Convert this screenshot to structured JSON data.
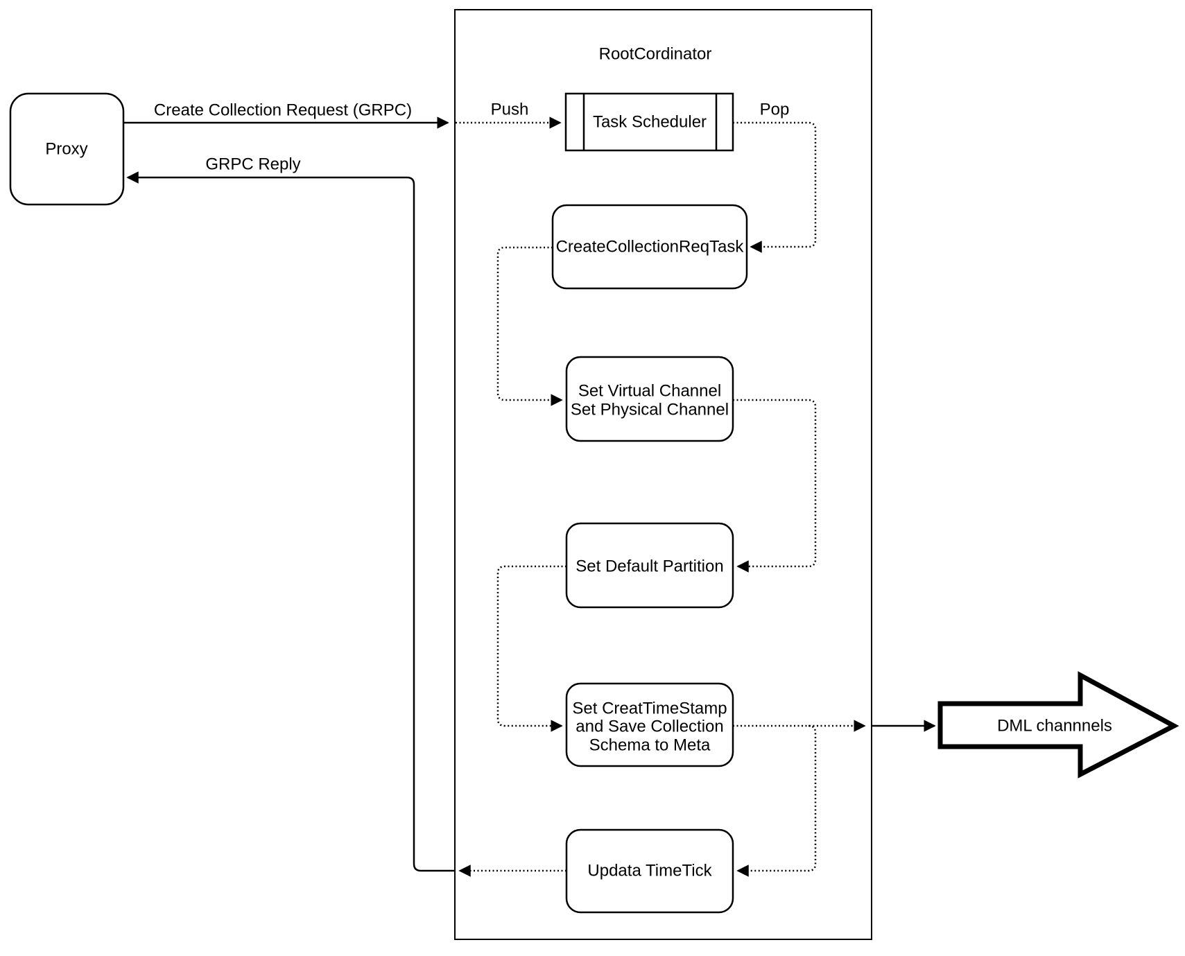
{
  "diagram": {
    "proxy_label": "Proxy",
    "container_title": "RootCordinator",
    "edge_labels": {
      "create_collection_request": "Create Collection Request (GRPC)",
      "grpc_reply": "GRPC Reply",
      "push": "Push",
      "pop": "Pop"
    },
    "nodes": {
      "task_scheduler": "Task Scheduler",
      "create_collection_req_task": "CreateCollectionReqTask",
      "set_virtual_channel": {
        "line1": "Set Virtual Channel",
        "line2": "Set Physical Channel"
      },
      "set_default_partition": "Set Default Partition",
      "set_creat_timestamp": {
        "line1": "Set CreatTimeStamp",
        "line2": "and Save Collection",
        "line3": "Schema to Meta"
      },
      "updata_timetick": "Updata TimeTick"
    },
    "output": {
      "dml_channels": "DML channnels"
    },
    "colors": {
      "stroke": "#000000",
      "fill": "#ffffff",
      "background": "#ffffff"
    }
  }
}
